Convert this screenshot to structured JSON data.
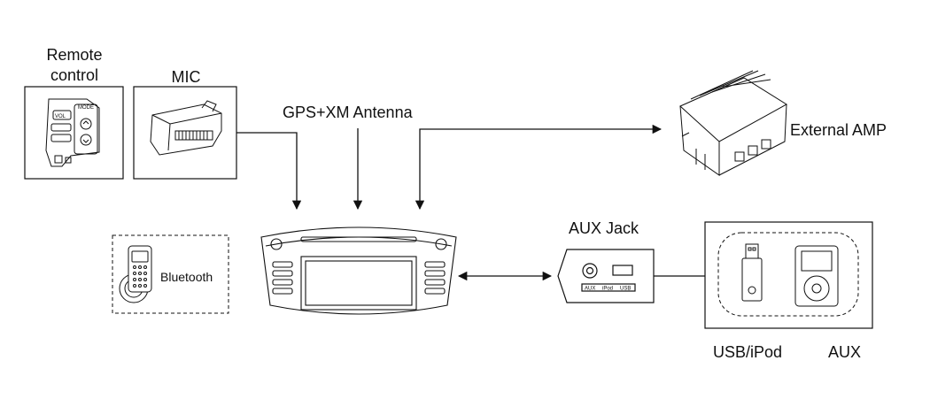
{
  "labels": {
    "remote_control_line1": "Remote",
    "remote_control_line2": "control",
    "mic": "MIC",
    "gps_antenna": "GPS+XM Antenna",
    "external_amp": "External AMP",
    "bluetooth": "Bluetooth",
    "aux_jack": "AUX Jack",
    "usb_ipod": "USB/iPod",
    "aux": "AUX"
  },
  "aux_jack_panel": {
    "port_labels": [
      "AUX",
      "iPod",
      "USB"
    ]
  },
  "remote_buttons": {
    "mode": "MODE",
    "vol": "VOL"
  }
}
